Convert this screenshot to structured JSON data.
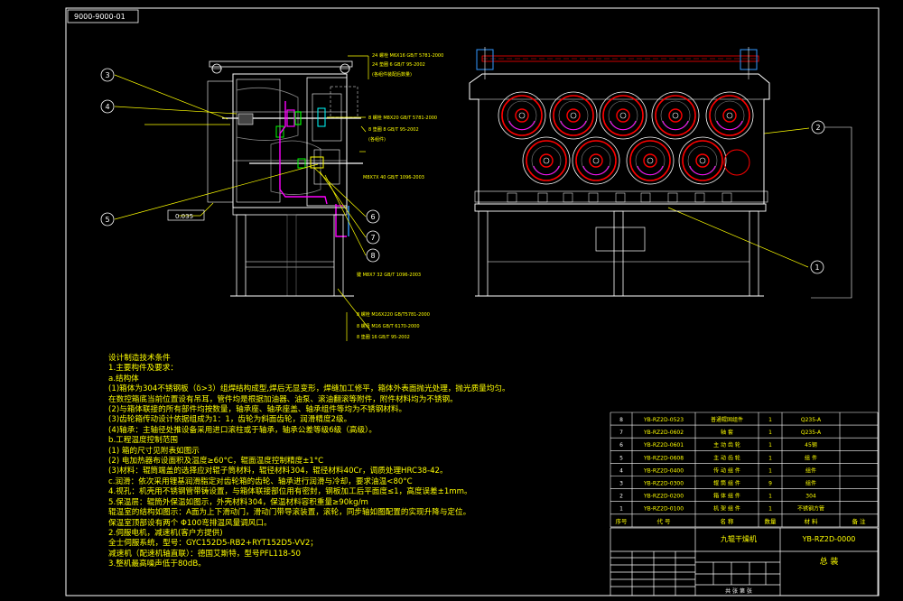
{
  "drawing_code": "9000-9000-01",
  "balloons": [
    "1",
    "2",
    "3",
    "4",
    "5",
    "6",
    "7",
    "8"
  ],
  "callouts_top": [
    "24 螺栓 M6X16   GB/T 5781-2000",
    "24 垫圈 6       GB/T 95-2002",
    "(各组件装配后数量)"
  ],
  "callouts_mid": [
    "8 螺栓 M8X20   GB/T 5781-2000",
    "8 垫圈 8       GB/T 95-2002",
    "(各组件)"
  ],
  "callout_shaft": "M8X7X 40   GB/T 1096-2003",
  "callout_key": "键 M8X7 32   GB/T 1096-2003",
  "callouts_bottom": [
    "8 螺栓 M16X220 GB/T5781-2000",
    "8 螺母 M16    GB/T 6170-2000",
    "8 垫圈 16     GB/T 95-2002"
  ],
  "level_mark": "0.035",
  "notes": [
    "设计制造技术条件",
    "1.主要构件及要求：",
    "   a.结构体",
    "   (1)箱体为304不锈钢板（δ>3）组焊结构成型,焊后无显变形，焊缝加工修平，箱体外表面抛光处理，抛光质量均匀。",
    "      在数控箱底当前位置设有吊耳，管件均是根据加油器、油泵、滚油翻滚等附件，附件材料均为不锈钢。",
    "   (2)与箱体联接的所有部件均按数量，轴承座、轴承座盖、轴承组件等均为不锈钢材料。",
    "   (3)齿轮箱传动设计依据组成为1：1，齿轮为斜面齿轮，润滑精度2级。",
    "   (4)轴承：主轴径处推设备采用进口滚柱或于轴承，轴承公差等级6级（高级）。",
    "   b.工程温度控制范围",
    "   (1) 箱的尺寸见附表如图示",
    "   (2) 电加热器布设面积及温度≥60°C，辊面温度控制精度±1°C",
    "   (3)材料：辊筒端盖的选择应对辊子筒材料，辊径材料304，辊径材料40Cr，调质处理HRC38-42。",
    "   c.润滑：依次采用锂基润滑脂定对齿轮箱的齿轮、轴承进行润滑与冷却，要求油温<80°C",
    "4.视孔：机壳用不锈钢管带铸设置，与箱体联接部位用有密封，钢板加工后平面度≤1，高度误差±1mm。",
    "5.保温层：辊筒外保温如图示，外壳材料304，保温材料容积重量≥90kg/m",
    "      辊温室的结构如图示：A面为上下滑动门，滑动门带导滚装置，滚轮，同步轴如图配置的实现升降与定位。",
    "      保温室顶部设有两个    Φ100弯排温风量调风口。",
    "2.伺服电机，减速机(客户方提供)",
    "      全士伺服系统，型号：GYC152D5-RB2+RYT152D5-VV2；",
    "      减速机（配速机轴直联）：德国艾斯特，型号PFL118-50",
    "3.整机最高噪声低于80dB。"
  ],
  "bom": [
    {
      "no": "8",
      "code": "YB-RZ2D-0523",
      "name": "普通辊固组件",
      "qty": "1",
      "mat": "Q235-A",
      "note": ""
    },
    {
      "no": "7",
      "code": "YB-RZ2D-0602",
      "name": "轴 套",
      "qty": "1",
      "mat": "Q235-A",
      "note": ""
    },
    {
      "no": "6",
      "code": "YB-RZ2D-0601",
      "name": "主 动 齿 轮",
      "qty": "1",
      "mat": "45钢",
      "note": ""
    },
    {
      "no": "5",
      "code": "YB-RZ2D-0608",
      "name": "主 动 齿 轮",
      "qty": "1",
      "mat": "组 件",
      "note": ""
    },
    {
      "no": "4",
      "code": "YB-RZ2D-0400",
      "name": "传 动 组 件",
      "qty": "1",
      "mat": "组件",
      "note": ""
    },
    {
      "no": "3",
      "code": "YB-RZ2D-0300",
      "name": "辊 筒 组 件",
      "qty": "9",
      "mat": "组件",
      "note": ""
    },
    {
      "no": "2",
      "code": "YB-RZ2D-0200",
      "name": "箱 体 组 件",
      "qty": "1",
      "mat": "304",
      "note": ""
    },
    {
      "no": "1",
      "code": "YB-RZ2D-0100",
      "name": "机 架 组 件",
      "qty": "1",
      "mat": "不锈钢方管",
      "note": ""
    }
  ],
  "bom_header": [
    "序号",
    "代 号",
    "名 称",
    "数量",
    "材 料",
    "备 注"
  ],
  "title": {
    "name": "九辊干燥机",
    "drawing_no": "YB-RZ2D-0000",
    "general": "总 装",
    "sheet": "共 张   第 张"
  }
}
